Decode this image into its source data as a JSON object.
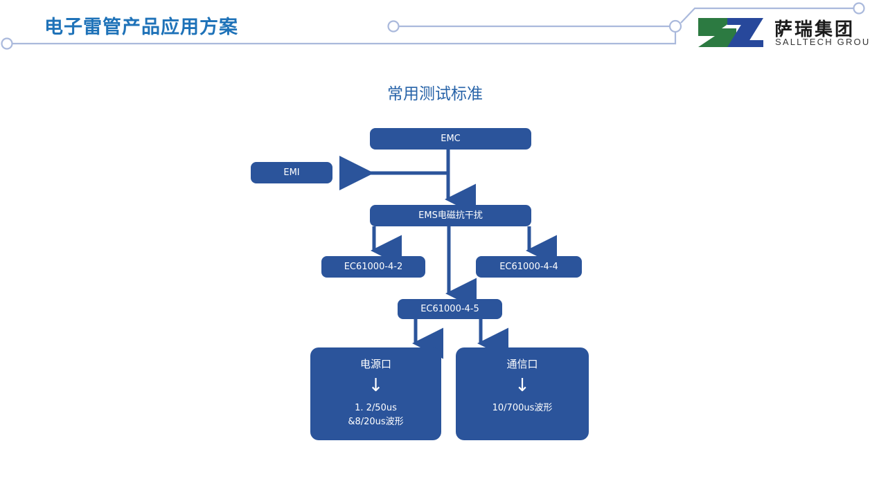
{
  "header": {
    "title": "电子雷管产品应用方案",
    "title_color": "#1E72B8",
    "deco_line_color": "#AAB9DC",
    "logo": {
      "name_cn": "萨瑞集团",
      "name_en": "SALLTECH GROUP",
      "mark_green": "#2C7A41",
      "mark_blue": "#27489B"
    }
  },
  "content": {
    "subtitle": "常用测试标准",
    "subtitle_color": "#2763A8",
    "node_fill": "#2B549B",
    "node_text_color": "#FFFFFF",
    "connector_color": "#2B549B"
  },
  "diagram": {
    "type": "flowchart",
    "nodes": [
      {
        "id": "emc",
        "label": "EMC"
      },
      {
        "id": "emi",
        "label": "EMI"
      },
      {
        "id": "ems",
        "label": "EMS电磁抗干扰"
      },
      {
        "id": "iec42",
        "label": "EC61000-4-2"
      },
      {
        "id": "iec44",
        "label": "EC61000-4-4"
      },
      {
        "id": "iec45",
        "label": "EC61000-4-5"
      },
      {
        "id": "power",
        "label": "电源口",
        "inner_arrow": "↓",
        "detail": "1. 2/50us\n&8/20us波形"
      },
      {
        "id": "comm",
        "label": "通信口",
        "inner_arrow": "↓",
        "detail": "10/700us波形"
      }
    ],
    "edges": [
      {
        "from": "emc",
        "to": "emi"
      },
      {
        "from": "emc",
        "to": "ems"
      },
      {
        "from": "ems",
        "to": "iec42"
      },
      {
        "from": "ems",
        "to": "iec44"
      },
      {
        "from": "ems",
        "to": "iec45"
      },
      {
        "from": "iec45",
        "to": "power"
      },
      {
        "from": "iec45",
        "to": "comm"
      }
    ]
  }
}
